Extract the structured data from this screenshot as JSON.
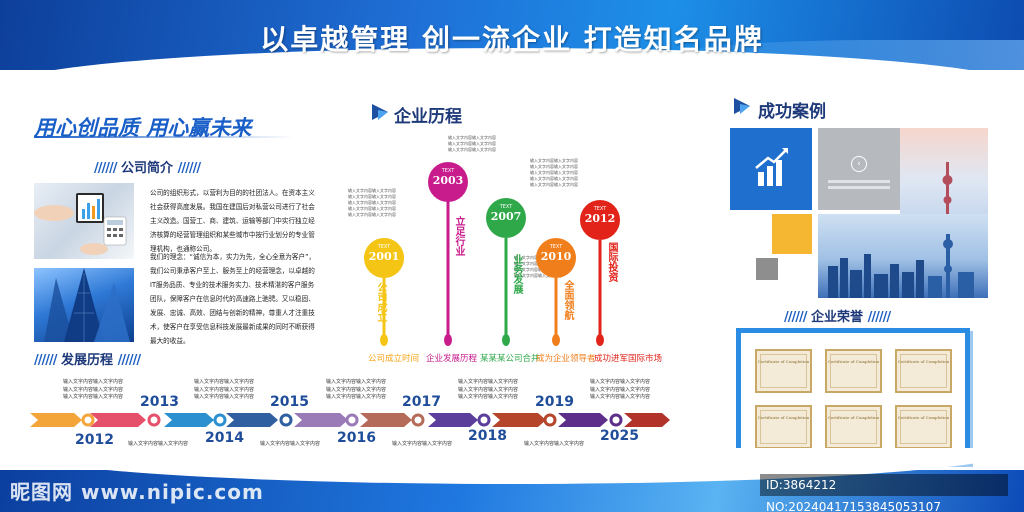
{
  "header": {
    "title": "以卓越管理  创一流企业  打造知名品牌"
  },
  "left": {
    "slogan": "用心创品质  用心赢未来",
    "intro_heading": "公司简介",
    "intro_paragraph_1": "公司的组织形式，以营利为目的的社团法人。在资本主义社会获得高度发展。我国在建国后对私营公司进行了社会主义改造。国营工、商、建筑、运输等部门中实行独立经济核算的经营管理组织和某些城市中按行业划分的专业管理机构，也通称公司。",
    "intro_paragraph_2": "我们的理念：“诚信为本，实力为先，全心全意为客户”，我们公司秉承客户至上、服务至上的经营理念，以卓越的IT服务品质、专业的技术服务实力、技术精湛的客户服务团队，保障客户在信息时代的高速路上驰骋。又以稳固、发展、忠诚、高效、团结与创新的精神，尊重人才注重技术，使客户在享受信息科技发展最新成果的同时不断获得最大的收益。",
    "history_heading": "发展历程"
  },
  "timeline_strip": {
    "placeholder": "输入文字内容输入文字内容",
    "years_bottom": [
      "2012",
      "2014",
      "2016",
      "2018",
      "2025"
    ],
    "years_top": [
      "2013",
      "2015",
      "2017",
      "2019"
    ]
  },
  "middle": {
    "title": "企业历程",
    "pin_label": "TEXT",
    "pins": [
      {
        "year": "2001",
        "vertical": "公司成立",
        "legend": "公司成立时间",
        "color": "#f5c516"
      },
      {
        "year": "2003",
        "vertical": "立足行业",
        "legend": "企业发展历程",
        "color": "#c81b8c"
      },
      {
        "year": "2007",
        "vertical": "业务发展",
        "legend": "某某某公司合并",
        "color": "#2fa84a"
      },
      {
        "year": "2010",
        "vertical": "全面领航",
        "legend": "成为企业领导者",
        "color": "#f07e1b"
      },
      {
        "year": "2012",
        "vertical": "国际投资",
        "legend": "成功进军国际市场",
        "color": "#e2231a"
      }
    ]
  },
  "right": {
    "cases_title": "成功案例",
    "honor_title": "企业荣誉",
    "cert_text": "Certificate of Completion"
  },
  "watermark": {
    "left": "昵图网 www.nipic.com",
    "right": "ID:3864212 NO:20240417153845053107"
  },
  "colors": {
    "brand_blue": "#1a5fc8",
    "dark_blue": "#1e3a7a"
  }
}
